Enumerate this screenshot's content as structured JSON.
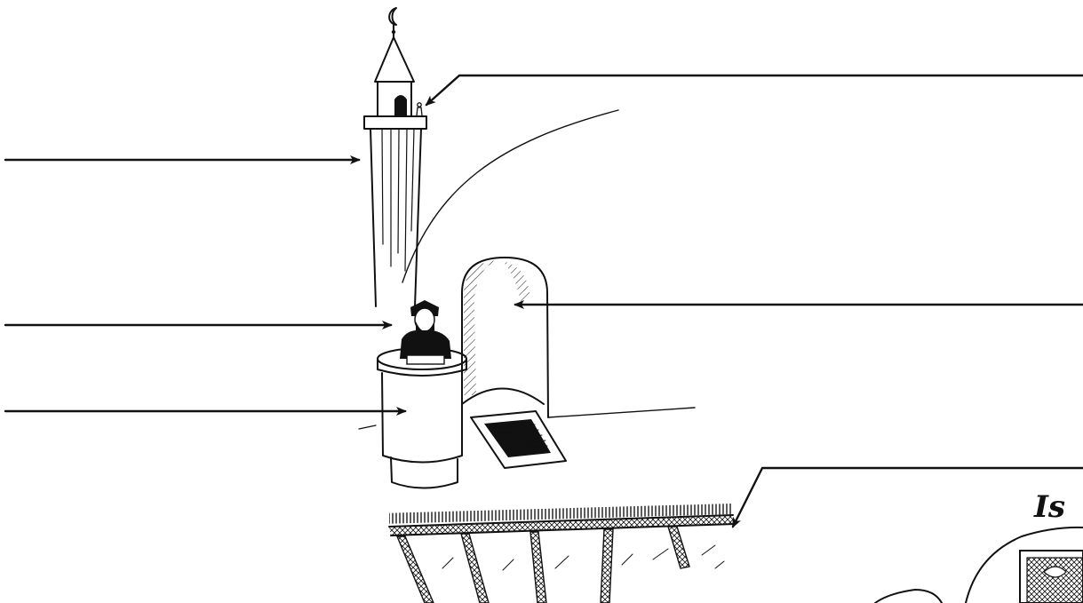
{
  "diagram": {
    "heading_fragment": "Is",
    "colors": {
      "ink": "#111111",
      "paper": "#ffffff"
    },
    "labels": [
      {
        "target": "minaret-balcony",
        "text": ""
      },
      {
        "target": "minaret-tower",
        "text": ""
      },
      {
        "target": "imam",
        "text": ""
      },
      {
        "target": "minbar-pulpit",
        "text": ""
      },
      {
        "target": "mihrab-niche",
        "text": ""
      },
      {
        "target": "prayer-carpet",
        "text": ""
      }
    ]
  }
}
